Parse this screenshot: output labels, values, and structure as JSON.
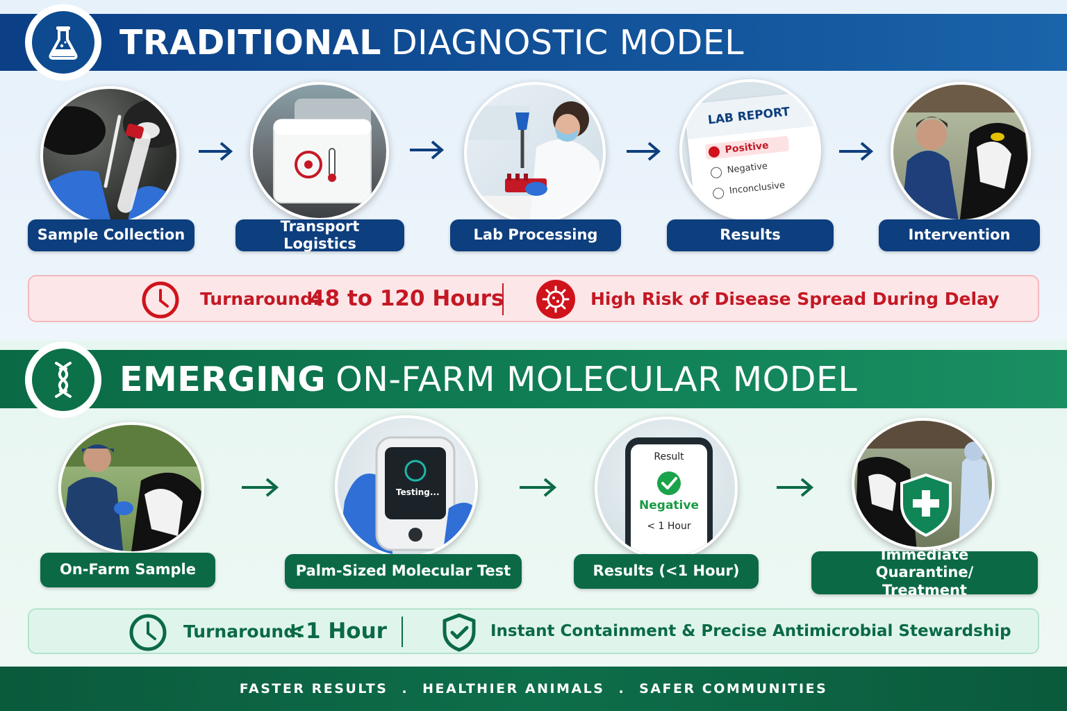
{
  "traditional": {
    "title_bold": "TRADITIONAL",
    "title_rest": "DIAGNOSTIC MODEL",
    "steps": [
      {
        "label": "Sample Collection"
      },
      {
        "label": "Transport Logistics"
      },
      {
        "label": "Lab Processing"
      },
      {
        "label": "Results"
      },
      {
        "label": "Intervention"
      }
    ],
    "lab_report": {
      "title": "LAB REPORT",
      "options": [
        "Positive",
        "Negative",
        "Inconclusive"
      ]
    },
    "turnaround_label": "Turnaround:",
    "turnaround_value": "48 to 120 Hours",
    "risk_text": "High Risk of Disease Spread During Delay"
  },
  "emerging": {
    "title_bold": "EMERGING",
    "title_rest": "ON-FARM MOLECULAR MODEL",
    "steps": [
      {
        "label": "On-Farm Sample"
      },
      {
        "label": "Palm-Sized Molecular Test"
      },
      {
        "label": "Results (<1 Hour)"
      },
      {
        "label": "Immediate Quarantine/ Treatment"
      }
    ],
    "device_screen_text": "Testing...",
    "phone": {
      "title": "Result",
      "status": "Negative",
      "time": "< 1 Hour"
    },
    "turnaround_label": "Turnaround:",
    "turnaround_value": "<1 Hour",
    "benefit_text": "Instant Containment & Precise Antimicrobial Stewardship"
  },
  "footer": {
    "items": [
      "FASTER RESULTS",
      "HEALTHIER ANIMALS",
      "SAFER COMMUNITIES"
    ],
    "separator": "."
  },
  "colors": {
    "trad_blue": "#0d3e7e",
    "emerg_green": "#0b6a45",
    "alert_red": "#d0121b",
    "ok_green": "#0b7a4a"
  }
}
